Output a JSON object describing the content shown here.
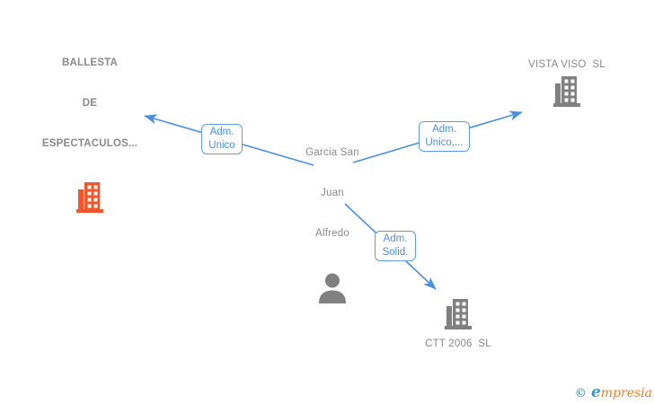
{
  "diagram": {
    "person": {
      "name_lines": [
        "Garcia San",
        "Juan",
        "Alfredo"
      ],
      "icon": "person-silhouette"
    },
    "companies": {
      "ballesta": {
        "name_lines": [
          "BALLESTA",
          "DE",
          "ESPECTACULOS..."
        ],
        "icon": "building",
        "highlighted": true
      },
      "vista_viso": {
        "name": "VISTA VISO  SL",
        "icon": "building"
      },
      "ctt": {
        "name": "CTT 2006  SL",
        "icon": "building"
      }
    },
    "edges": {
      "to_ballesta": {
        "label_lines": [
          "Adm.",
          "Unico"
        ]
      },
      "to_vista_viso": {
        "label_lines": [
          "Adm.",
          "Unico,..."
        ]
      },
      "to_ctt": {
        "label_lines": [
          "Adm.",
          "Solid."
        ]
      }
    }
  },
  "branding": {
    "copyright_symbol": "©",
    "logo_initial": "e",
    "logo_rest": "mpresia"
  },
  "colors": {
    "edge_blue": "#4a90e2",
    "label_border": "#5c9ce6",
    "label_text": "#4a90e2",
    "node_text": "#8a8a8a",
    "icon_gray": "#808080",
    "icon_orange": "#f3562e",
    "logo_teal": "#2e7e8f",
    "logo_blue": "#2d9cdb",
    "logo_orange": "#f47920"
  }
}
